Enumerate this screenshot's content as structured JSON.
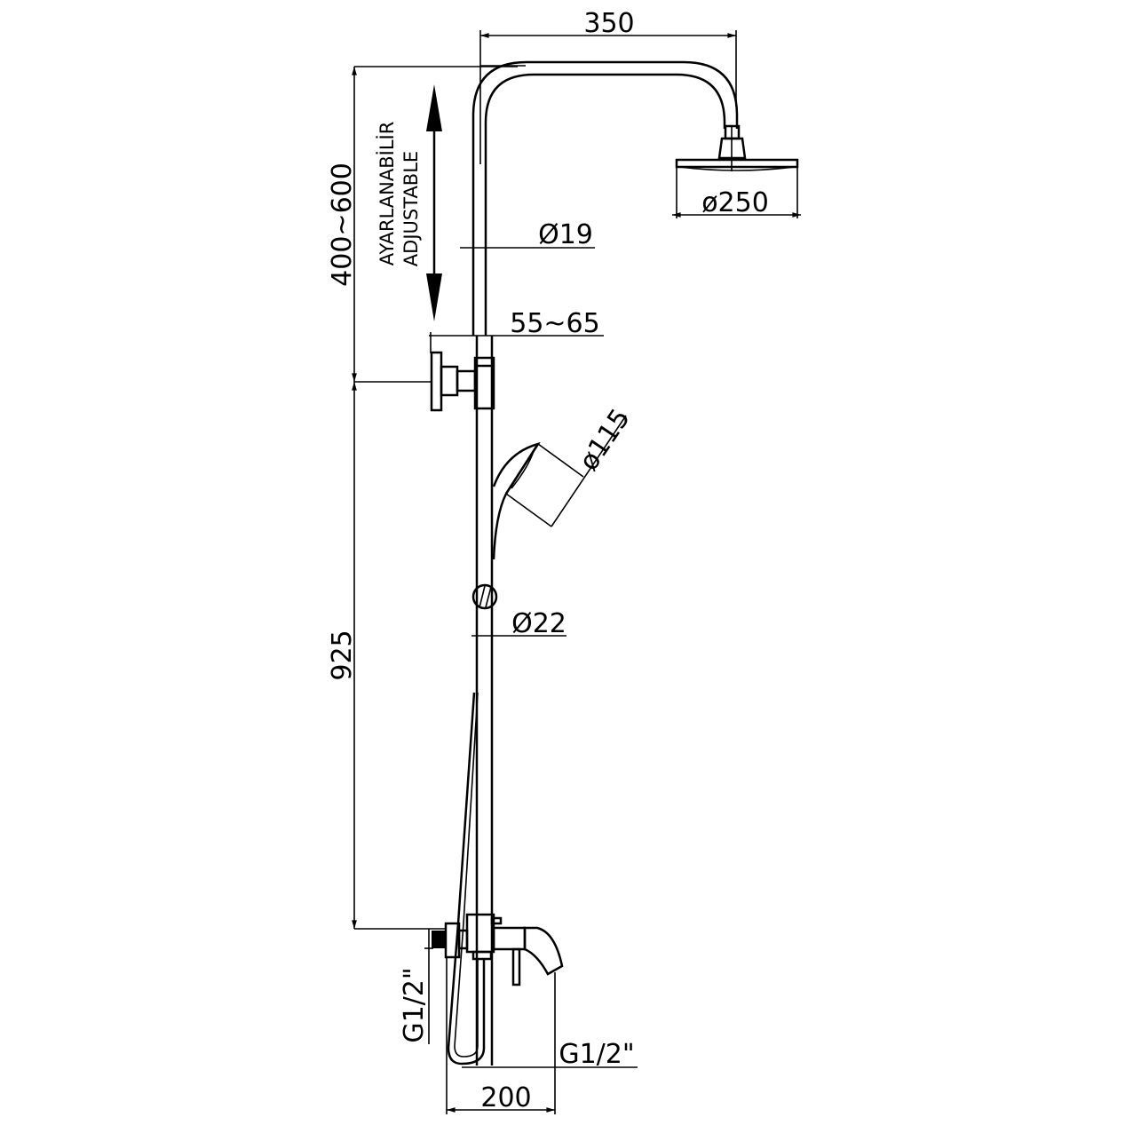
{
  "drawing": {
    "dimensions": {
      "arm_length": "350",
      "head_diameter": "ø250",
      "upper_pipe_diameter": "Ø19",
      "bracket_offset": "55~65",
      "hand_shower_diameter": "ø115",
      "lower_pipe_diameter": "Ø22",
      "adjustable_height": "400~600",
      "lower_height": "925",
      "inlet_thread": "G1/2\"",
      "outlet_thread": "G1/2\"",
      "mixer_width": "200"
    },
    "notes": {
      "adjustable_tr": "AYARLANABİLİR",
      "adjustable_en": "ADJUSTABLE"
    }
  }
}
